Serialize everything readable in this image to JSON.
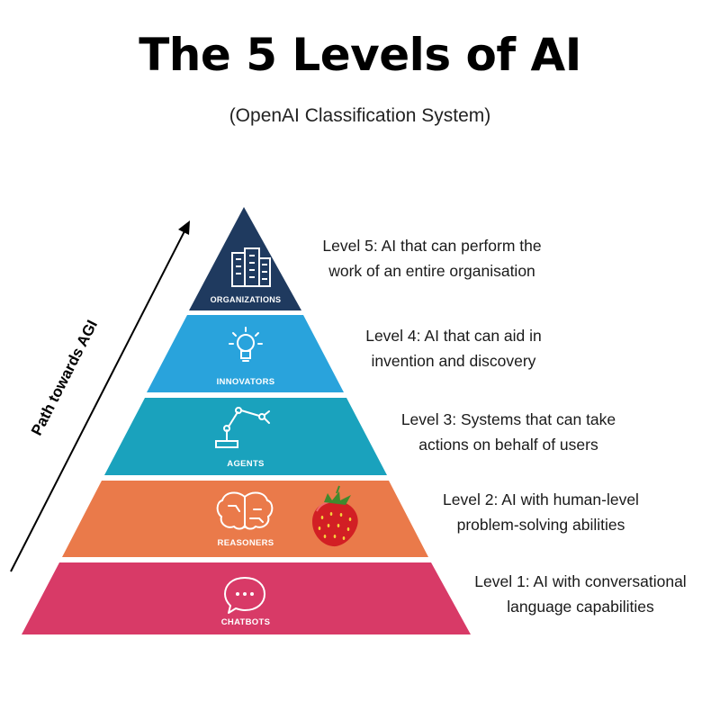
{
  "title": "The 5 Levels of AI",
  "subtitle": "(OpenAI Classification System)",
  "path_label": "Path towards AGI",
  "colors": {
    "organizations": "#1f3a5f",
    "innovators": "#29a3dc",
    "agents": "#1aa2bd",
    "reasoners": "#ea7a4a",
    "chatbots": "#d83a67"
  },
  "levels": [
    {
      "name": "ORGANIZATIONS",
      "icon": "building-icon",
      "description_line1": "Level 5: AI that can perform the",
      "description_line2": "work of an entire organisation"
    },
    {
      "name": "INNOVATORS",
      "icon": "lightbulb-icon",
      "description_line1": "Level 4: AI that can aid in",
      "description_line2": "invention and discovery"
    },
    {
      "name": "AGENTS",
      "icon": "robot-arm-icon",
      "description_line1": "Level 3: Systems that can take",
      "description_line2": "actions on behalf of users"
    },
    {
      "name": "REASONERS",
      "icon": "brain-icon",
      "description_line1": "Level 2: AI with human-level",
      "description_line2": "problem-solving abilities"
    },
    {
      "name": "CHATBOTS",
      "icon": "chat-bubble-icon",
      "description_line1": "Level 1: AI with conversational",
      "description_line2": "language capabilities"
    }
  ]
}
